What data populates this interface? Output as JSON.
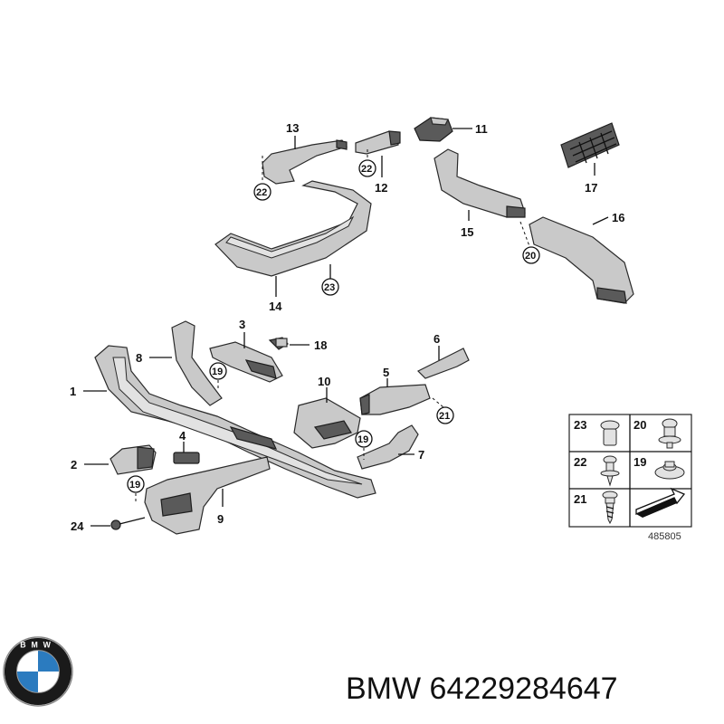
{
  "callouts": {
    "c1": "1",
    "c2": "2",
    "c3": "3",
    "c4": "4",
    "c5": "5",
    "c6": "6",
    "c7": "7",
    "c8": "8",
    "c9": "9",
    "c10": "10",
    "c11": "11",
    "c12": "12",
    "c13": "13",
    "c14": "14",
    "c15": "15",
    "c16": "16",
    "c17": "17",
    "c18": "18",
    "c24": "24"
  },
  "circled": {
    "r19a": "19",
    "r19b": "19",
    "r19c": "19",
    "r20": "20",
    "r21": "21",
    "r22a": "22",
    "r22b": "22",
    "r23": "23"
  },
  "legend": {
    "n23": "23",
    "n20": "20",
    "n22": "22",
    "n19": "19",
    "n21": "21"
  },
  "diagram_id": "485805",
  "caption": {
    "brand": "BMW",
    "part_number": "64229284647"
  },
  "logo": {
    "letters": "BMW",
    "colors": {
      "blue": "#2b7bbf",
      "white": "#ffffff",
      "ring": "#1a1a1a"
    }
  }
}
